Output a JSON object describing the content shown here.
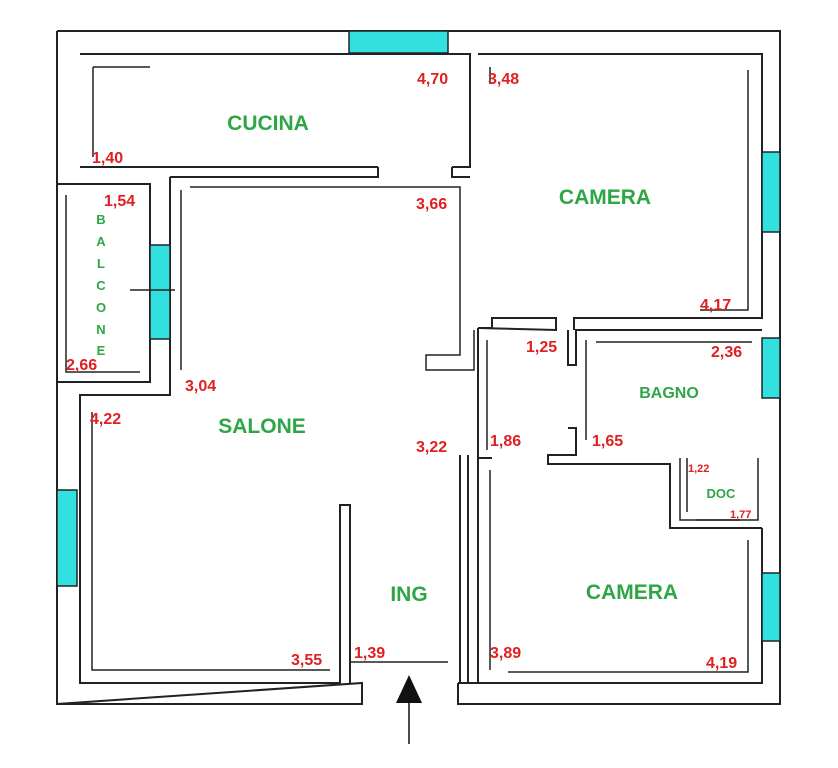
{
  "colors": {
    "room_label": "#2fa646",
    "dimension": "#e02020",
    "window": "#33e0e0",
    "wall": "#222222"
  },
  "rooms": {
    "cucina": "CUCINA",
    "camera_top": "CAMERA",
    "balcone": [
      "B",
      "A",
      "L",
      "C",
      "O",
      "N",
      "E"
    ],
    "salone": "SALONE",
    "bagno": "BAGNO",
    "doc": "DOC",
    "ing": "ING",
    "camera_bottom": "CAMERA"
  },
  "dimensions": {
    "cucina_width": "4,70",
    "cucina_depth": "1,40",
    "camera_top_width": "3,48",
    "camera_top_depth": "4,17",
    "balcone_width": "1,54",
    "balcone_depth": "2,66",
    "salone_top": "3,66",
    "salone_mid": "3,04",
    "salone_depth": "4,22",
    "salone_width": "3,55",
    "ing_depth": "3,22",
    "ing_width": "1,39",
    "corridor_width": "1,25",
    "corridor_depth": "1,86",
    "bagno_width": "2,36",
    "bagno_depth": "1,65",
    "doc_width": "1,22",
    "doc_depth": "1,77",
    "camera_bottom_width": "3,89",
    "camera_bottom_depth": "4,19"
  },
  "icons": {
    "entrance": "arrow-up-icon"
  }
}
